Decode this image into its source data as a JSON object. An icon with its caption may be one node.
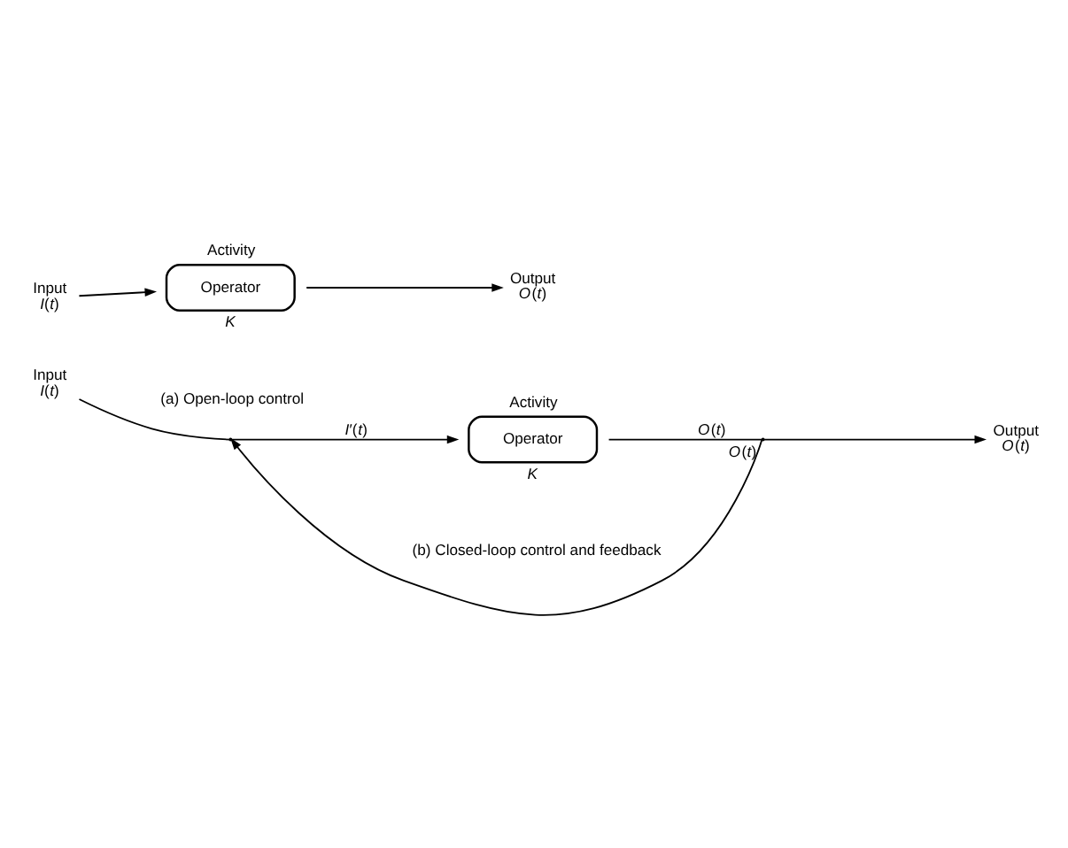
{
  "diagram": {
    "nodes": [
      {
        "text": [
          "Input",
          "*I*(*t*)"
        ]
      },
      {
        "text": [
          "Operator"
        ],
        "beside": [
          "Activity",
          "*K*"
        ]
      },
      {
        "text": [
          "Output",
          "*O*(*t*)"
        ]
      },
      {
        "text": [
          "Input",
          "*I*(*t*)"
        ]
      },
      {
        "text": [],
        "shape": "point"
      },
      {
        "text": [
          "Operator"
        ],
        "beside": [
          "Activity",
          "*K*"
        ]
      },
      {
        "text": [],
        "shape": "point"
      },
      {
        "text": [
          "Output",
          "*O*(*t*)"
        ]
      }
    ],
    "edges": [
      {
        "from": 0,
        "to": 1,
        "arrow": "to"
      },
      {
        "from": 1,
        "to": 2,
        "arrow": "to"
      },
      {
        "from": 3,
        "to": 4,
        "arrow": "none"
      },
      {
        "from": 4,
        "to": 5,
        "arrow": "to",
        "label": "*I*′(*t*)"
      },
      {
        "from": 5,
        "to": 6,
        "arrow": "none",
        "label": "*O*(*t*)"
      },
      {
        "from": 6,
        "to": 7,
        "arrow": "to"
      },
      {
        "from": 6,
        "to": 4,
        "arrow": "to",
        "label": "*O*(*t*)"
      }
    ],
    "labels": [
      "(a) Open-loop control",
      "(b) Closed-loop control and feedback"
    ]
  }
}
